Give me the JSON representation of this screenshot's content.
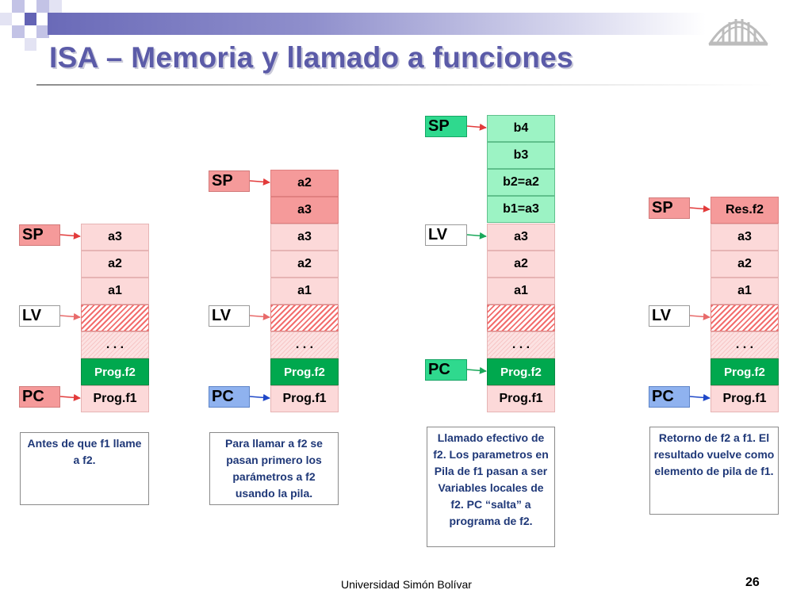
{
  "title": "ISA – Memoria y llamado a funciones",
  "footer": {
    "institution": "Universidad Simón Bolívar",
    "page_number": "26"
  },
  "colors": {
    "title": "#5b5ba8",
    "caption_text": "#1f3878",
    "pink": "#fcd9d9",
    "red": "#f59a9a",
    "green": "#00a84e",
    "light_green": "#9cf3c4",
    "sp_arrow": "#e23b3b",
    "pc_arrow": "#1f48c8",
    "lv_arrow": "#1aa85a"
  },
  "diagrams": [
    {
      "labels": {
        "sp": "SP",
        "lv": "LV",
        "pc": "PC"
      },
      "cells": [
        "a3",
        "a2",
        "a1",
        "",
        ". . .",
        "Prog.f2",
        "Prog.f1"
      ],
      "caption": "Antes de que f1 llame a f2."
    },
    {
      "labels": {
        "sp": "SP",
        "lv": "LV",
        "pc": "PC"
      },
      "cells": [
        "a2",
        "a3",
        "a3",
        "a2",
        "a1",
        "",
        ". . .",
        "Prog.f2",
        "Prog.f1"
      ],
      "caption": "Para llamar a f2 se pasan primero los parámetros a f2 usando la pila."
    },
    {
      "labels": {
        "sp": "SP",
        "lv": "LV",
        "pc": "PC"
      },
      "cells": [
        "b4",
        "b3",
        "b2=a2",
        "b1=a3",
        "a3",
        "a2",
        "a1",
        "",
        ". . .",
        "Prog.f2",
        "Prog.f1"
      ],
      "caption": "Llamado efectivo de f2. Los parametros en Pila de f1 pasan a ser Variables locales de f2. PC “salta” a programa de f2."
    },
    {
      "labels": {
        "sp": "SP",
        "lv": "LV",
        "pc": "PC"
      },
      "cells": [
        "Res.f2",
        "a3",
        "a2",
        "a1",
        "",
        ". . .",
        "Prog.f2",
        "Prog.f1"
      ],
      "caption": "Retorno de f2 a f1. El resultado vuelve como elemento de pila de f1."
    }
  ]
}
